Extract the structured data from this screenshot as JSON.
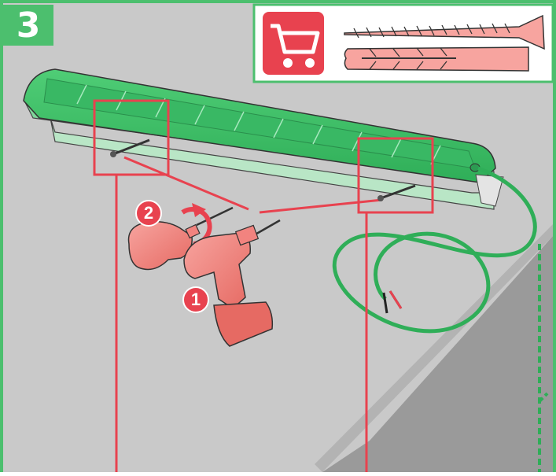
{
  "step": {
    "number": "3"
  },
  "actions": [
    {
      "order": "1",
      "tool": "drill"
    },
    {
      "order": "2",
      "tool": "screwdriver"
    }
  ],
  "parts_panel": {
    "icon": "shopping-cart-icon",
    "items": [
      "screw",
      "wall-plug"
    ]
  },
  "colors": {
    "panel_green": "#47c26d",
    "accent_red": "#e8424f",
    "step_badge": "#4cbf6e",
    "wall_gray": "#c8c8c8",
    "highlight_pink": "#f2837f"
  }
}
